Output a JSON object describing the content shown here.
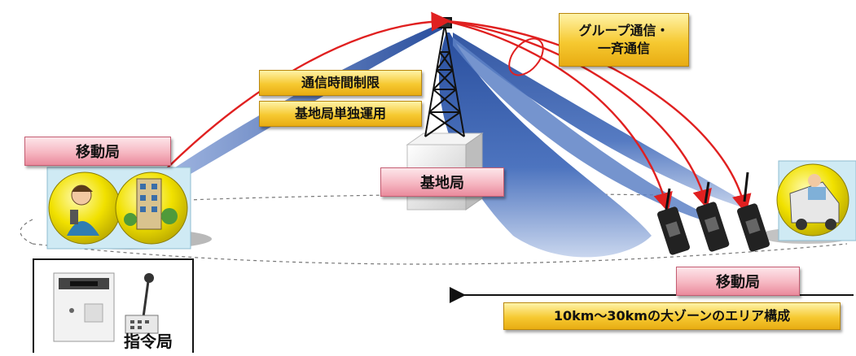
{
  "labels": {
    "comm_time_limit": "通信時間制限",
    "base_standalone": "基地局単独運用",
    "group_line1": "グループ通信・",
    "group_line2": "一斉通信",
    "mobile_station_left": "移動局",
    "base_station": "基地局",
    "mobile_station_right": "移動局",
    "command_station": "指令局",
    "zone_caption": "10km〜30kmの大ゾーンのエリア構成"
  },
  "colors": {
    "arrow_red": "#e02020",
    "beam_blue": "#2f56a6",
    "label_yellow": "#f6c931",
    "label_pink": "#f6b7c2",
    "globe_yellow": "#f2e600"
  }
}
